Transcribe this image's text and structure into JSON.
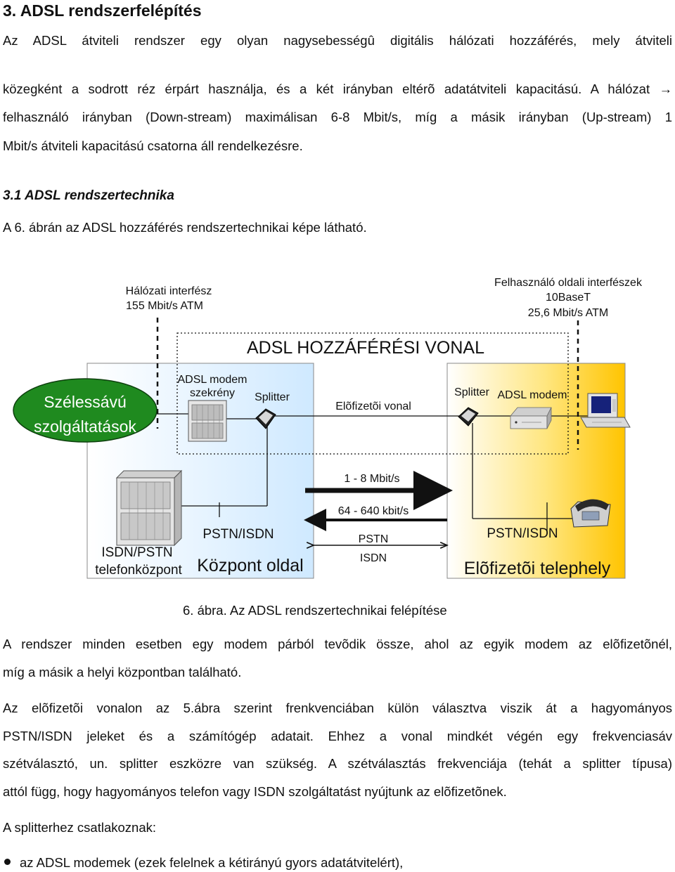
{
  "heading": "3. ADSL rendszerfelépítés",
  "intro": {
    "line1": "Az ADSL átviteli rendszer egy olyan nagysebességû digitális hálózati hozzáférés, mely átviteli",
    "line2": "közegként a sodrott réz érpárt használja, és a két irányban eltérõ adatátviteli kapacitású. A hálózat →",
    "line3": "felhasználó irányban (Down-stream) maximálisan 6-8 Mbit/s, míg a másik irányban (Up-stream) 1",
    "line4": "Mbit/s átviteli kapacitású csatorna áll rendelkezésre."
  },
  "subheading": "3.1 ADSL rendszertechnika",
  "subintro": "A 6. ábrán az ADSL hozzáférés rendszertechnikai képe látható.",
  "diagram": {
    "net_if_1": "Hálózati interfész",
    "net_if_2": "155 Mbit/s ATM",
    "user_if_1": "Felhasználó oldali interfészek",
    "user_if_2": "10BaseT",
    "user_if_3": "25,6 Mbit/s ATM",
    "line_title": "ADSL HOZZÁFÉRÉSI VONAL",
    "broadband_1": "Szélessávú",
    "broadband_2": "szolgáltatások",
    "modem_rack_1": "ADSL modem",
    "modem_rack_2": "szekrény",
    "splitter_left": "Splitter",
    "subscriber_line": "Elõfizetõi vonal",
    "splitter_right": "Splitter",
    "adsl_modem": "ADSL modem",
    "down_rate": "1 - 8 Mbit/s",
    "up_rate": "64 - 640 kbit/s",
    "pstn_isdn_left": "PSTN/ISDN",
    "pstn": "PSTN",
    "isdn": "ISDN",
    "pstn_isdn_right": "PSTN/ISDN",
    "exchange_1": "ISDN/PSTN",
    "exchange_2": "telefonközpont",
    "central_side": "Központ oldal",
    "subscriber_site": "Elõfizetõi telephely",
    "colors": {
      "green": "#1f8a1f",
      "blue_light": "#dff1ff",
      "yellow": "#ffd700"
    }
  },
  "caption": "6. ábra. Az ADSL rendszertechnikai felépítése",
  "para1": {
    "line1": "A rendszer minden esetben egy modem párból tevõdik össze, ahol az egyik modem az elõfizetõnél,",
    "line2": "míg a másik a helyi központban található."
  },
  "para2": {
    "line1": "Az elõfizetõi vonalon az 5.ábra szerint frenkvenciában külön választva viszik át a hagyományos",
    "line2": "PSTN/ISDN jeleket és a számítógép adatait. Ehhez a vonal mindkét végén egy frekvenciasáv",
    "line3": "szétválasztó, un. splitter eszközre van szükség. A szétválasztás frekvenciája (tehát a splitter típusa)",
    "line4": "attól függ, hogy hagyományos telefon vagy ISDN szolgáltatást nyújtunk az elõfizetõnek."
  },
  "para3": "A splitterhez csatlakoznak:",
  "bullet1": "az ADSL modemek (ezek felelnek a kétirányú gyors adatátvitelért),"
}
